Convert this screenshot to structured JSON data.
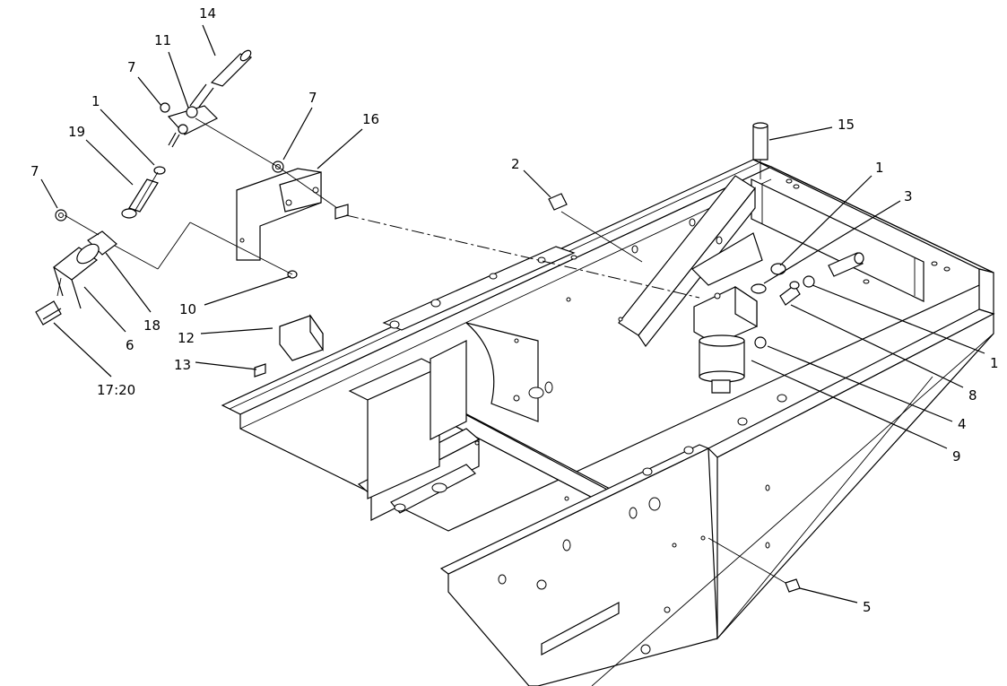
{
  "callouts": [
    {
      "id": "c14",
      "text": "14"
    },
    {
      "id": "c11",
      "text": "11"
    },
    {
      "id": "c7a",
      "text": "7"
    },
    {
      "id": "c7b",
      "text": "7"
    },
    {
      "id": "c16",
      "text": "16"
    },
    {
      "id": "c1a",
      "text": "1"
    },
    {
      "id": "c19",
      "text": "19"
    },
    {
      "id": "c7c",
      "text": "7"
    },
    {
      "id": "c15",
      "text": "15"
    },
    {
      "id": "c2",
      "text": "2"
    },
    {
      "id": "c1b",
      "text": "1"
    },
    {
      "id": "c3",
      "text": "3"
    },
    {
      "id": "c10",
      "text": "10"
    },
    {
      "id": "c12",
      "text": "12"
    },
    {
      "id": "c18",
      "text": "18"
    },
    {
      "id": "c6",
      "text": "6"
    },
    {
      "id": "c13",
      "text": "13"
    },
    {
      "id": "c1720",
      "text": "17:20"
    },
    {
      "id": "c1c",
      "text": "1"
    },
    {
      "id": "c8",
      "text": "8"
    },
    {
      "id": "c4",
      "text": "4"
    },
    {
      "id": "c9",
      "text": "9"
    },
    {
      "id": "c5",
      "text": "5"
    }
  ]
}
